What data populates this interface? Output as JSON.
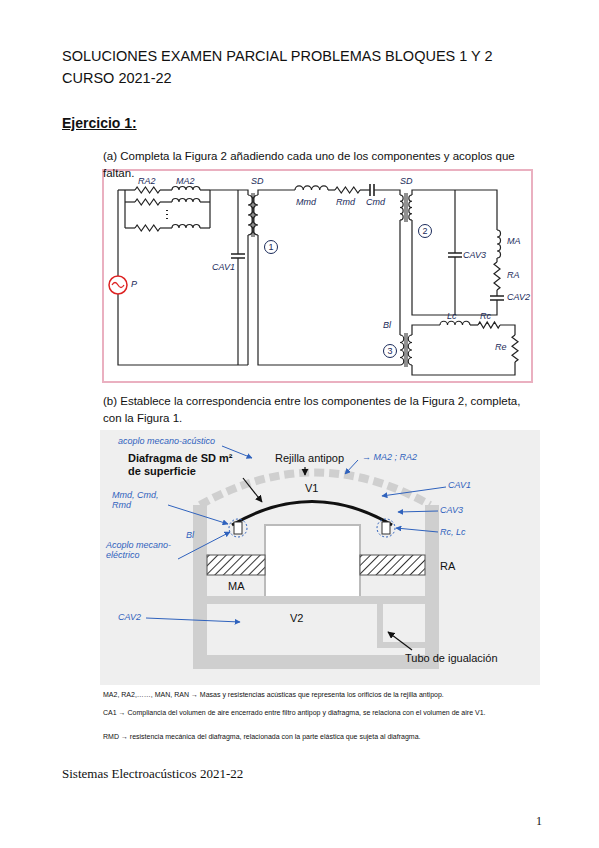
{
  "diagram": {
    "title": "SOLUCIONES EXAMEN PARCIAL PROBLEMAS BLOQUES 1 Y 2 CURSO 2021-22",
    "labels": [
      "Ejercicio 1:",
      "(a) Completa la Figura 2 añadiendo cada uno de los componentes y acoplos que faltan.",
      "RA2",
      "MA2",
      "CAV1",
      "P",
      "SD",
      "1",
      "Mmd",
      "Rmd",
      "Cmd",
      "SD",
      "2",
      "CAV3",
      "MA",
      "RA",
      "CAV2",
      "Bl",
      "3",
      "Lc",
      "Rc",
      "Re",
      "(b) Establece la correspondencia entre los componentes de la Figura 2, completa, con la Figura 1.",
      "acoplo mecano-acústico",
      "Diafragma de SD m² de superficie",
      "Rejilla antipop",
      "→ MA2 ; RA2",
      "V1",
      "CAV1",
      "CAV3",
      "Mmd, Cmd, Rmd",
      "Acoplo mecano-eléctrico",
      "Bl",
      "Rc, Lc",
      "MA",
      "RA",
      "V2",
      "CAV2",
      "Tubo de igualación",
      "MA2, RA2,……, MAN, RAN → Masas y resistencias acústicas que representa los orificios de la rejilla antipop.",
      "CA1 → Compliancia del volumen de aire encerrado entre filtro antipop y diafragma, se relaciona con el volumen de aire V1.",
      "RMD → resistencia mecánica del diafragma, relacionada con la parte elástica que sujeta al diafragma.",
      "Sistemas Electroacústicos 2021-22",
      "1"
    ]
  }
}
